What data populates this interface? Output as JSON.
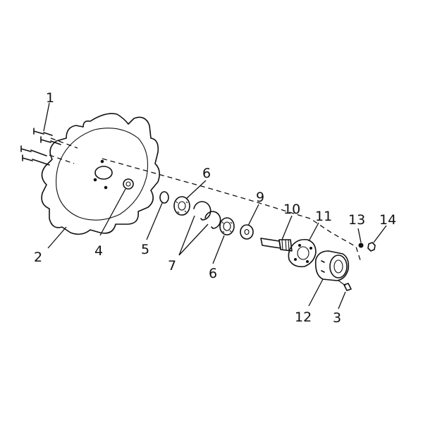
{
  "callouts": {
    "c1": "1",
    "c2": "2",
    "c3": "3",
    "c4": "4",
    "c5": "5",
    "c6a": "6",
    "c6b": "6",
    "c7": "7",
    "c9": "9",
    "c10": "10",
    "c11": "11",
    "c12": "12",
    "c13": "13",
    "c14": "14"
  }
}
